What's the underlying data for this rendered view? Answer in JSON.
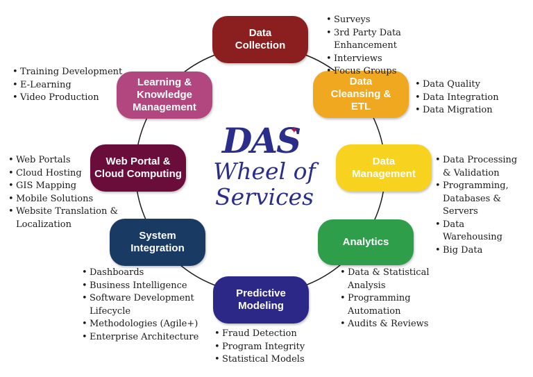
{
  "title": {
    "brand": "DAS",
    "subtitle": "Wheel of\nServices"
  },
  "services": [
    {
      "id": "data-collection",
      "label": "Data\nCollection",
      "color": "#8b1e1e",
      "items": [
        "Surveys",
        "3rd Party Data Enhancement",
        "Interviews",
        "Focus Groups"
      ]
    },
    {
      "id": "data-cleansing",
      "label": "Data\nCleansing &\nETL",
      "color": "#f0a820",
      "items": [
        "Data Quality",
        "Data Integration",
        "Data Migration"
      ]
    },
    {
      "id": "data-management",
      "label": "Data\nManagement",
      "color": "#f7d21e",
      "items": [
        "Data Processing & Validation",
        "Programming, Databases & Servers",
        "Data Warehousing",
        "Big Data"
      ]
    },
    {
      "id": "analytics",
      "label": "Analytics",
      "color": "#2e9e4a",
      "items": [
        "Data & Statistical Analysis",
        "Programming Automation",
        "Audits & Reviews"
      ]
    },
    {
      "id": "predictive-modeling",
      "label": "Predictive\nModeling",
      "color": "#2b2887",
      "items": [
        "Fraud Detection",
        "Program Integrity",
        "Statistical Models"
      ]
    },
    {
      "id": "system-integration",
      "label": "System\nIntegration",
      "color": "#183a63",
      "items": [
        "Dashboards",
        "Business Intelligence",
        "Software Development Lifecycle",
        "Methodologies (Agile+)",
        "Enterprise Architecture"
      ]
    },
    {
      "id": "web-portal",
      "label": "Web Portal &\nCloud Computing",
      "color": "#6b0d3b",
      "items": [
        "Web Portals",
        "Cloud Hosting",
        "GIS Mapping",
        "Mobile Solutions",
        "Website Translation & Localization"
      ]
    },
    {
      "id": "learning",
      "label": "Learning &\nKnowledge\nManagement",
      "color": "#b2477f",
      "items": [
        "Training Development",
        "E-Learning",
        "Video Production"
      ]
    }
  ]
}
